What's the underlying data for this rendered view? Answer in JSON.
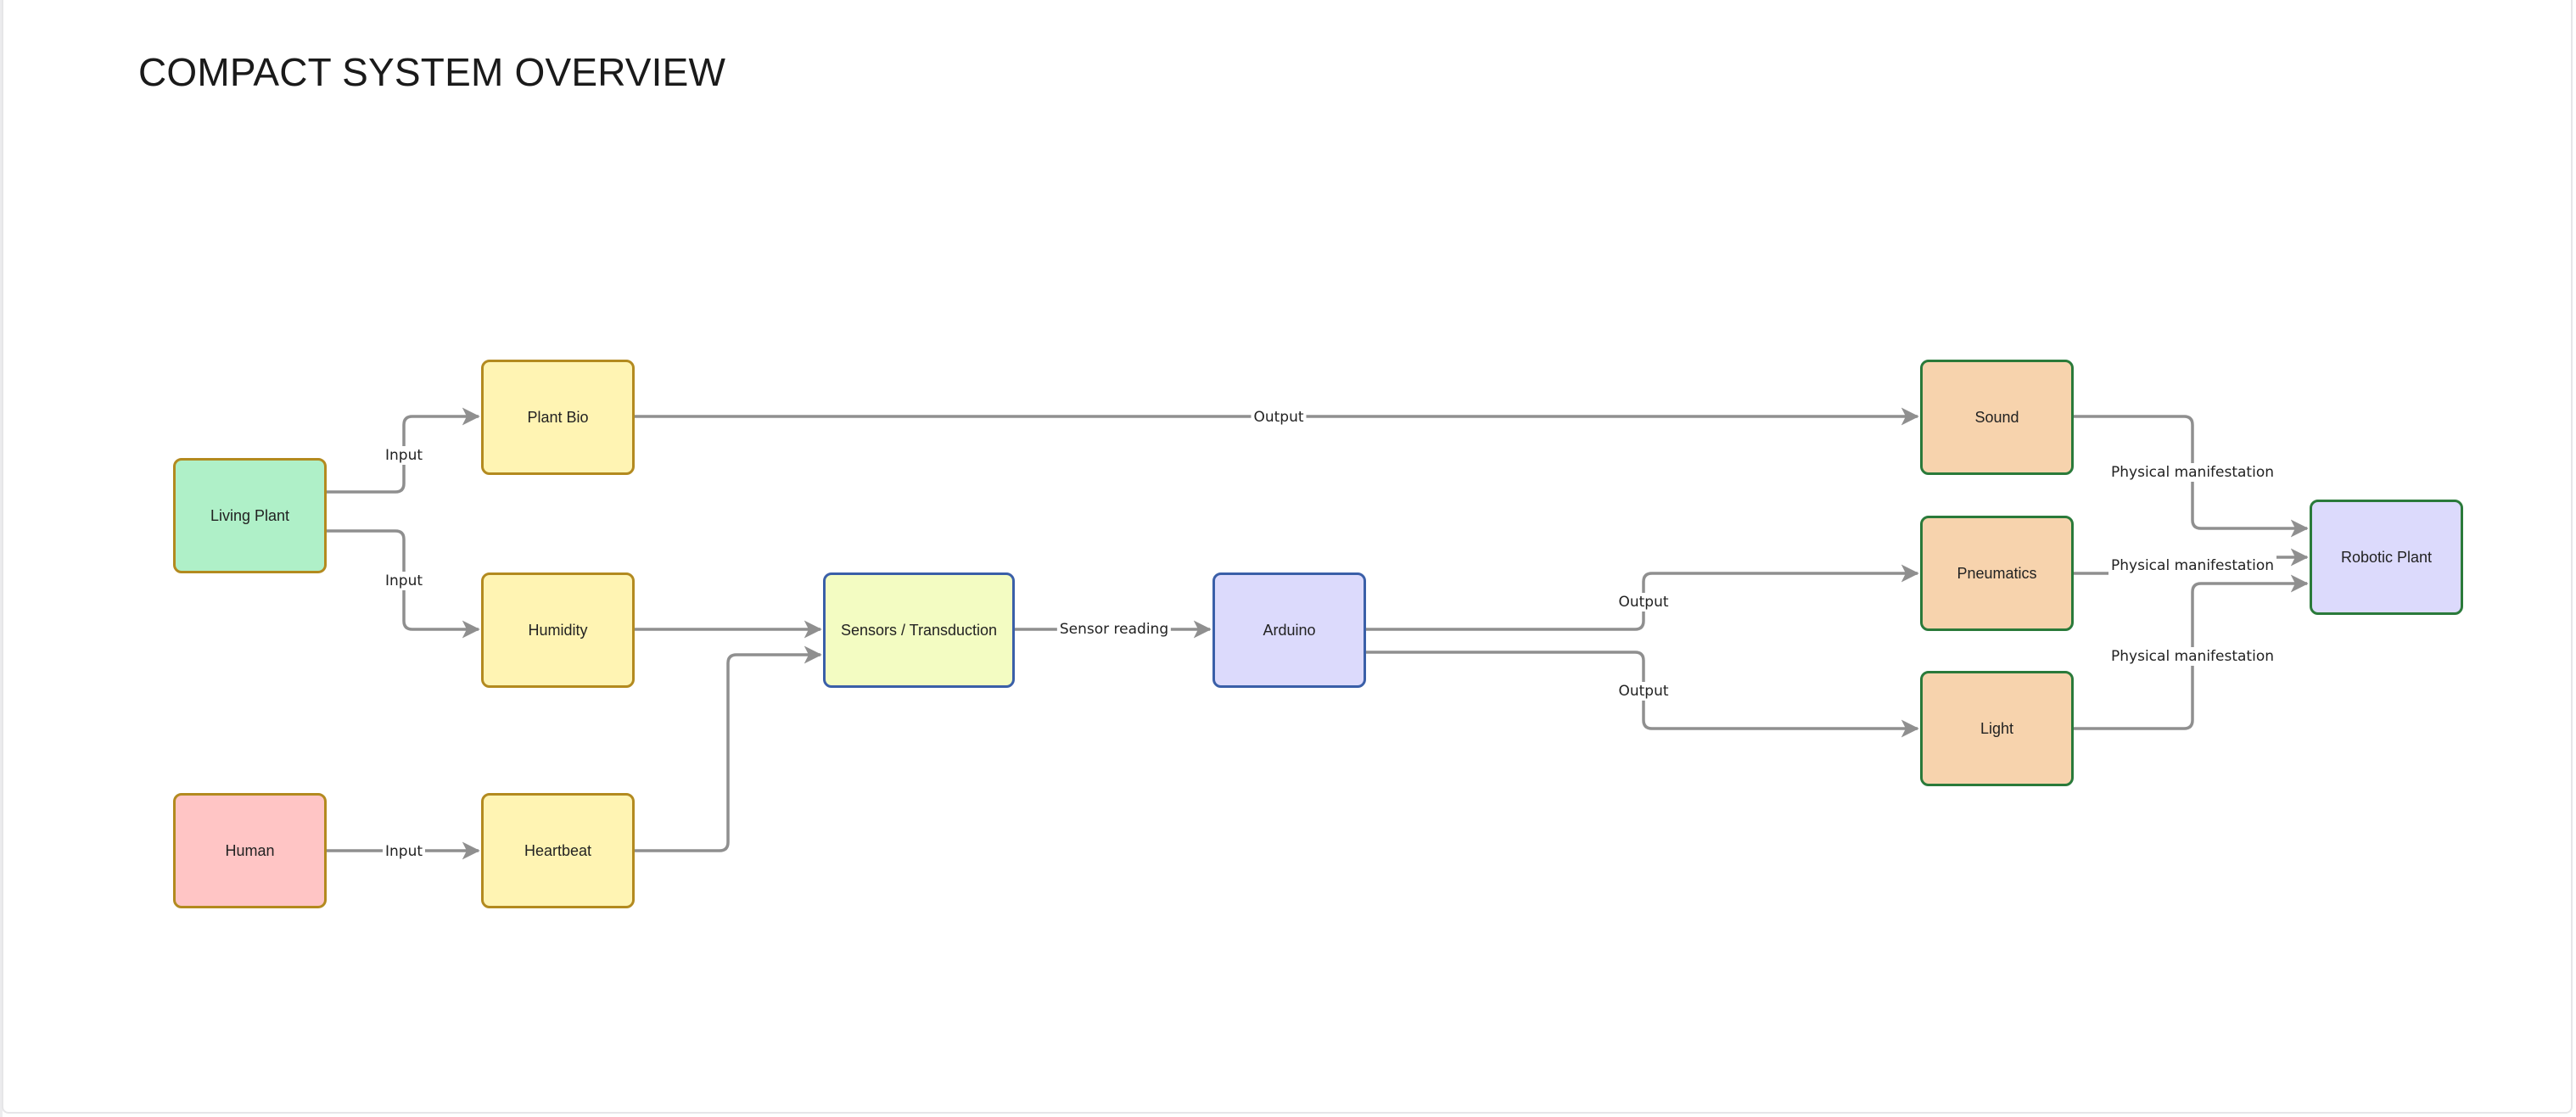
{
  "title": "COMPACT SYSTEM OVERVIEW",
  "colors": {
    "edge": "#8f8f8f",
    "green_fill": "#aff0c8",
    "yellow_fill": "#fff4b3",
    "pink_fill": "#ffc5c5",
    "lime_fill": "#f3fcc2",
    "lavender_fill": "#dcdafc",
    "peach_fill": "#f7d3ad",
    "gold_border": "#b38a1f",
    "blue_border": "#3a5fa8",
    "green_border": "#2a7a3a"
  },
  "nodes": {
    "living_plant": "Living Plant",
    "plant_bio": "Plant Bio",
    "humidity": "Humidity",
    "human": "Human",
    "heartbeat": "Heartbeat",
    "sensors": "Sensors / Transduction",
    "arduino": "Arduino",
    "sound": "Sound",
    "pneumatics": "Pneumatics",
    "light": "Light",
    "robotic_plant": "Robotic Plant"
  },
  "edges": [
    {
      "from": "Living Plant",
      "to": "Plant Bio",
      "label": "Input"
    },
    {
      "from": "Living Plant",
      "to": "Humidity",
      "label": "Input"
    },
    {
      "from": "Human",
      "to": "Heartbeat",
      "label": "Input"
    },
    {
      "from": "Plant Bio",
      "to": "Sound",
      "label": "Output"
    },
    {
      "from": "Humidity",
      "to": "Sensors / Transduction",
      "label": ""
    },
    {
      "from": "Heartbeat",
      "to": "Sensors / Transduction",
      "label": ""
    },
    {
      "from": "Sensors / Transduction",
      "to": "Arduino",
      "label": "Sensor reading"
    },
    {
      "from": "Arduino",
      "to": "Pneumatics",
      "label": "Output"
    },
    {
      "from": "Arduino",
      "to": "Light",
      "label": "Output"
    },
    {
      "from": "Sound",
      "to": "Robotic Plant",
      "label": "Physical manifestation"
    },
    {
      "from": "Pneumatics",
      "to": "Robotic Plant",
      "label": "Physical manifestation"
    },
    {
      "from": "Light",
      "to": "Robotic Plant",
      "label": "Physical manifestation"
    }
  ]
}
